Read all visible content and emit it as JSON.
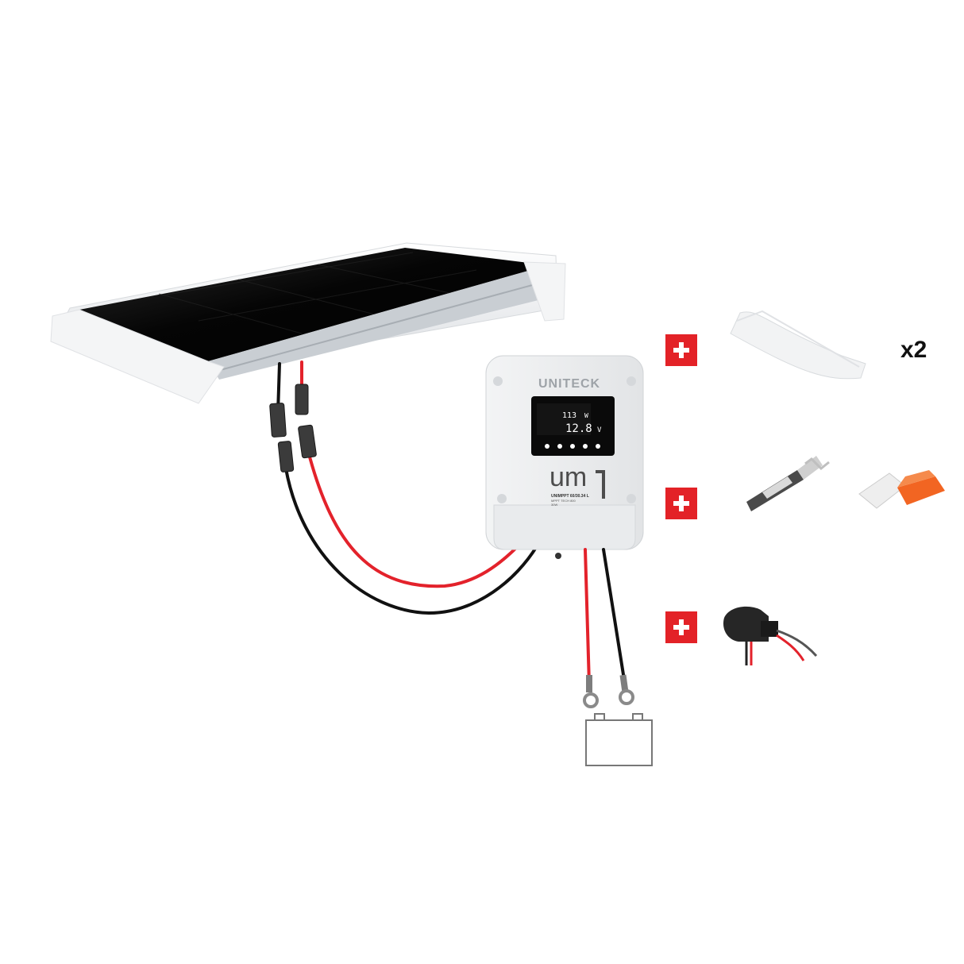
{
  "kit": {
    "solar_panel": {
      "name": "solar-panel"
    },
    "controller": {
      "brand": "UNITECK",
      "logo": "um",
      "model": "UNIMPPT 60/30.34 L",
      "subline_1": "MPPT TECH 800",
      "subline_2": "30W",
      "display": {
        "power_value": "113",
        "power_unit": "W",
        "voltage_value": "12.8",
        "voltage_unit": "V"
      }
    },
    "accessories": [
      {
        "id": "mounting-brackets",
        "quantity": "x2"
      },
      {
        "id": "sealant-and-cable-gland"
      },
      {
        "id": "battery-temperature-sensor"
      }
    ],
    "colors": {
      "plus_badge": "#e32227",
      "red_wire": "#e3222b",
      "black_wire": "#111111"
    },
    "icons": [
      "plus-icon",
      "battery-icon"
    ]
  }
}
